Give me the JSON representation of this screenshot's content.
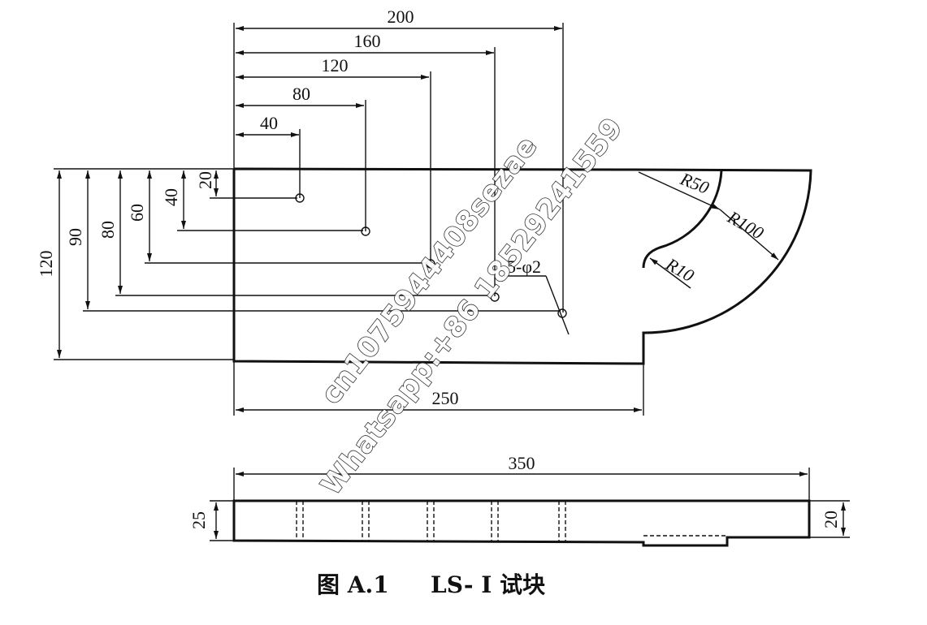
{
  "plan_view": {
    "horizontal_dims": [
      "200",
      "160",
      "120",
      "80",
      "40"
    ],
    "vertical_dims": [
      "120",
      "90",
      "80",
      "60",
      "40",
      "20"
    ],
    "overall_width": "250",
    "radius_labels": [
      "R50",
      "R100",
      "R10"
    ],
    "hole_callout": "5-φ2"
  },
  "side_view": {
    "length": "350",
    "thickness_left": "25",
    "thickness_right": "20"
  },
  "caption": {
    "figure_number": "图 A.1",
    "title": "LS- Ⅰ 试块"
  },
  "watermark": {
    "line1": "cn1075944408sezae",
    "line2": "Whatsapp:+86  18529241559"
  }
}
